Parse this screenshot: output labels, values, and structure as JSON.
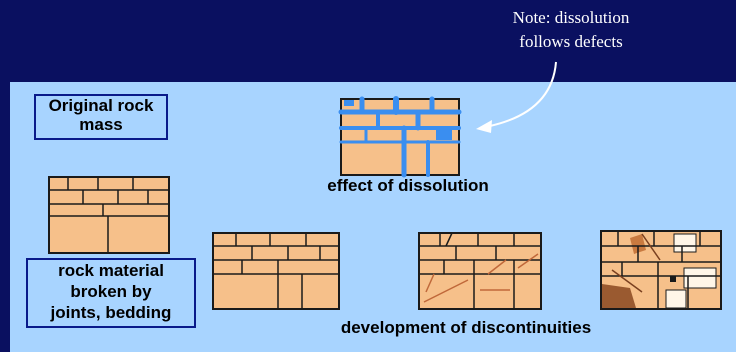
{
  "colors": {
    "background": "#0a1060",
    "panel": "#a8d4ff",
    "rock": "#f6c08a",
    "joint": "#1a1a1a",
    "dissolution": "#3a8ef0",
    "label_border": "#0a1a8a"
  },
  "note": {
    "line1": "Note: dissolution",
    "line2": "follows defects"
  },
  "labels": {
    "original_line1": "Original rock",
    "original_line2": "mass",
    "broken_line1": "rock material",
    "broken_line2": "broken by",
    "broken_line3": "joints, bedding",
    "dissolution": "effect of dissolution",
    "discontinuities": "development of discontinuities"
  }
}
